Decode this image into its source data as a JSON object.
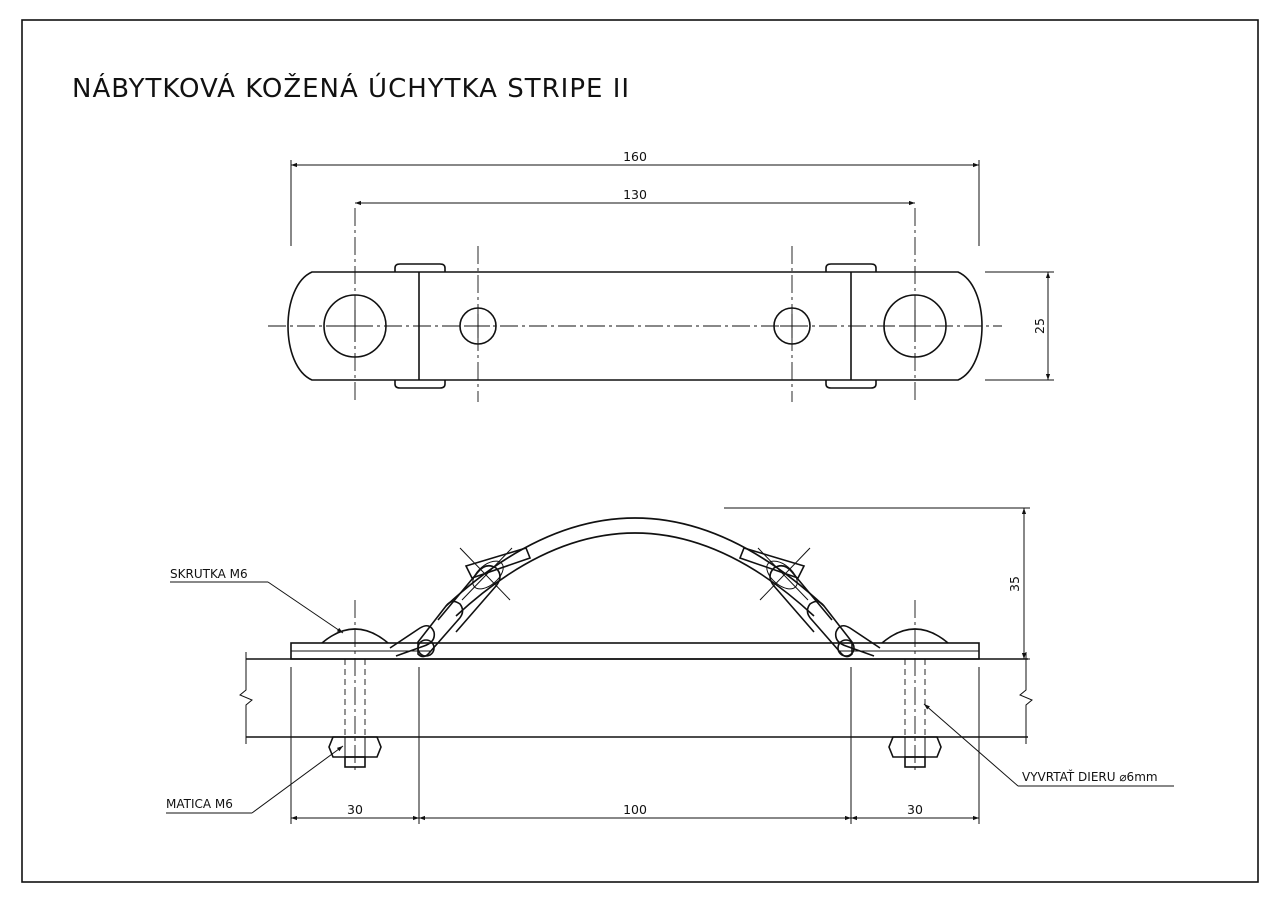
{
  "title": "NÁBYTKOVÁ KOŽENÁ ÚCHYTKA STRIPE II",
  "top_view": {
    "dim_overall": "160",
    "dim_holes": "130",
    "dim_width": "25"
  },
  "side_view": {
    "dim_height": "35",
    "dim_left": "30",
    "dim_middle": "100",
    "dim_right": "30"
  },
  "labels": {
    "screw": "SKRUTKA M6",
    "nut": "MATICA M6",
    "drill": "VYVRTAŤ DIERU ⌀6mm"
  }
}
